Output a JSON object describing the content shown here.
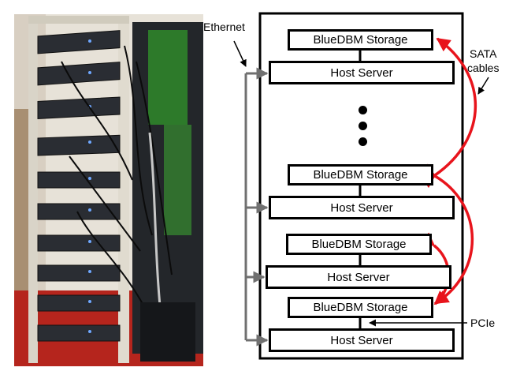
{
  "labels": {
    "ethernet": "Ethernet",
    "sata_line1": "SATA",
    "sata_line2": "cables",
    "pcie": "PCIe"
  },
  "units": [
    {
      "storage": "BlueDBM Storage",
      "host": "Host Server"
    },
    {
      "storage": "BlueDBM Storage",
      "host": "Host Server"
    },
    {
      "storage": "BlueDBM Storage",
      "host": "Host Server"
    },
    {
      "storage": "BlueDBM Storage",
      "host": "Host Server"
    }
  ],
  "colors": {
    "sata": "#e8141c",
    "ethernet": "#707070",
    "outline": "#000000"
  },
  "photo": {
    "subject": "server-rack-photo"
  }
}
